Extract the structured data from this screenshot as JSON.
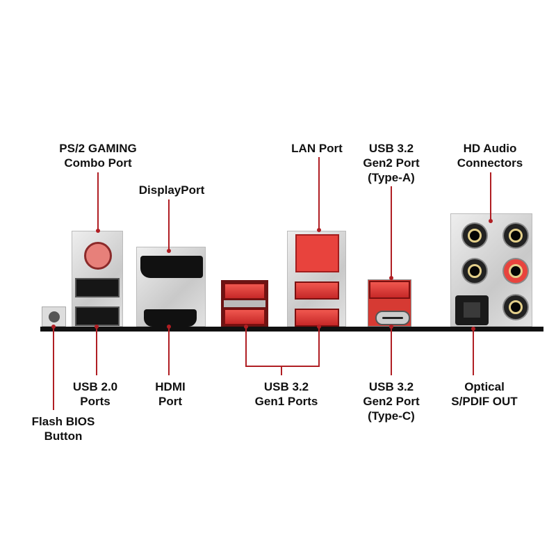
{
  "labels": {
    "ps2": [
      "PS/2 GAMING",
      "Combo Port"
    ],
    "displayport": [
      "DisplayPort"
    ],
    "lan": [
      "LAN Port"
    ],
    "usb_gen2_a": [
      "USB 3.2",
      "Gen2 Port",
      "(Type-A)"
    ],
    "hd_audio": [
      "HD Audio",
      "Connectors"
    ],
    "flash_bios": [
      "Flash BIOS",
      "Button"
    ],
    "usb20": [
      "USB 2.0",
      "Ports"
    ],
    "hdmi": [
      "HDMI",
      "Port"
    ],
    "usb_gen1": [
      "USB 3.2",
      "Gen1 Ports"
    ],
    "usb_gen2_c": [
      "USB 3.2",
      "Gen2 Port",
      "(Type-C)"
    ],
    "optical": [
      "Optical",
      "S/PDIF OUT"
    ]
  },
  "colors": {
    "callout_line": "#b01e23",
    "port_red": "#e8433d",
    "io_bar": "#111111"
  }
}
